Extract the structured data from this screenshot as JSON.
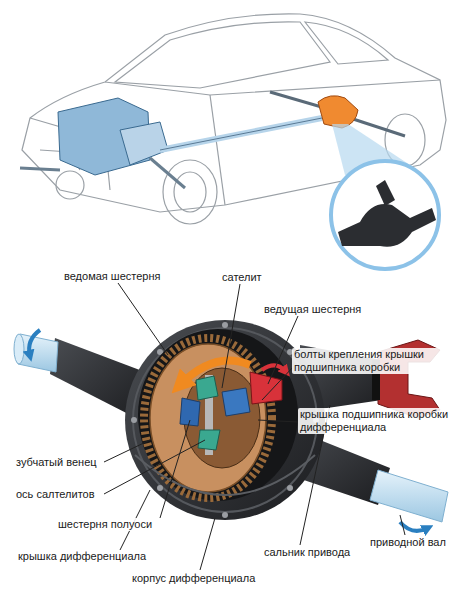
{
  "diagram": {
    "labels": [
      "ведомая шестерня",
      "сателит",
      "ведущая шестерня",
      "болты крепления крышки подшипника коробки",
      "крышка подшипника коробки дифференциала",
      "зубчатый венец",
      "ось салтелитов",
      "шестерня полуоси",
      "крышка дифференциала",
      "корпус дифференциала",
      "сальник привода",
      "приводной вал"
    ]
  }
}
